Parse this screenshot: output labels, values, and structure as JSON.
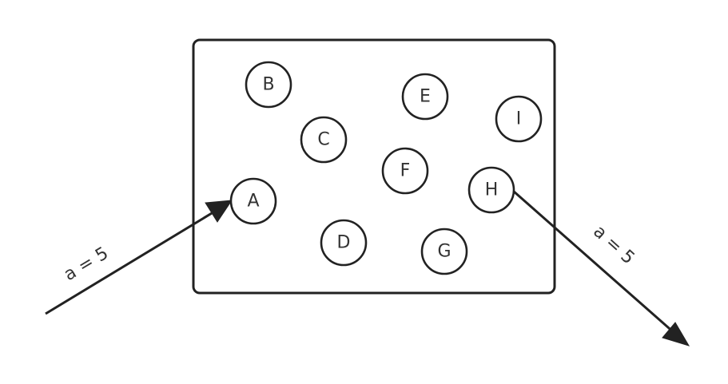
{
  "nodes": [
    {
      "id": "A",
      "label": "A"
    },
    {
      "id": "B",
      "label": "B"
    },
    {
      "id": "C",
      "label": "C"
    },
    {
      "id": "D",
      "label": "D"
    },
    {
      "id": "E",
      "label": "E"
    },
    {
      "id": "F",
      "label": "F"
    },
    {
      "id": "G",
      "label": "G"
    },
    {
      "id": "H",
      "label": "H"
    },
    {
      "id": "I",
      "label": "I"
    }
  ],
  "edges": [
    {
      "id": "incoming",
      "to": "A",
      "label": "a = 5"
    },
    {
      "id": "outgoing",
      "from": "H",
      "label": "a = 5"
    }
  ]
}
